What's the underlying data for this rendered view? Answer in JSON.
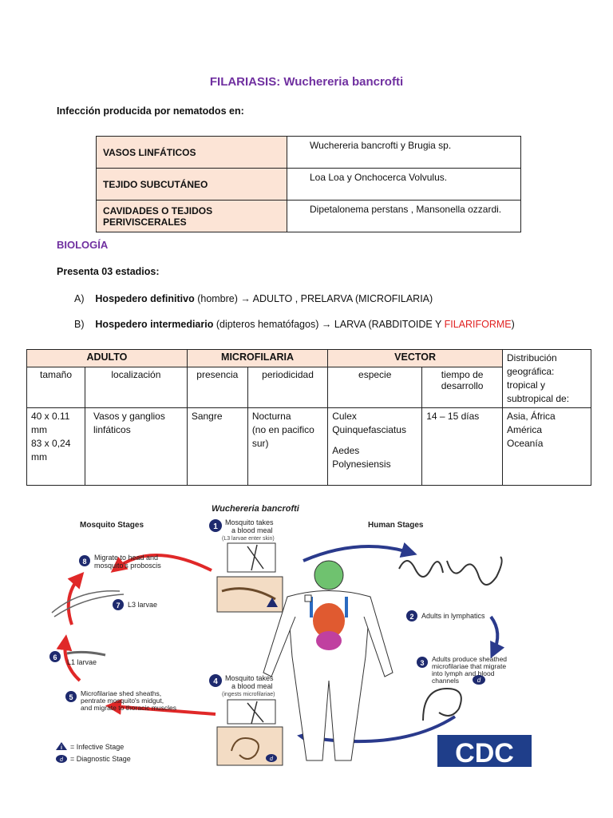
{
  "doc": {
    "title": "FILARIASIS: Wuchereria bancrofti",
    "intro": "Infección producida por nematodos en:",
    "locations": [
      {
        "site": "VASOS LINFÁTICOS",
        "species": "Wuchereria bancrofti y Brugia sp."
      },
      {
        "site": "TEJIDO SUBCUTÁNEO",
        "species": "Loa Loa y Onchocerca Volvulus."
      },
      {
        "site": "CAVIDADES O TEJIDOS PERIVISCERALES",
        "species": "Dipetalonema perstans , Mansonella ozzardi."
      }
    ],
    "biologia": "BIOLOGÍA",
    "estadios": "Presenta 03 estadios:",
    "item_a": {
      "marker": "A)",
      "bold": "Hospedero definitivo",
      "rest": " (hombre) → ADULTO , PRELARVA (MICROFILARIA)"
    },
    "item_b": {
      "marker": "B)",
      "bold": "Hospedero intermediario",
      "rest": " (dipteros hematófagos) → LARVA (RABDITOIDE Y ",
      "red": "FILARIFORME",
      "end": ")"
    }
  },
  "table": {
    "groups": [
      "ADULTO",
      "MICROFILARIA",
      "VECTOR"
    ],
    "distribucion_header": "Distribución geográfica: tropical y subtropical de:",
    "subheaders": [
      "tamaño",
      "localización",
      "presencia",
      "periodicidad",
      "especie",
      "tiempo de desarrollo"
    ],
    "row": {
      "tamano_1": "40 x 0.11 mm",
      "tamano_2": "83 x 0,24 mm",
      "localizacion": "Vasos y ganglios linfáticos",
      "presencia": "Sangre",
      "periodicidad_1": "Nocturna",
      "periodicidad_2": "(no en pacifico sur)",
      "especie_1": "Culex Quinquefasciatus",
      "especie_2": "Aedes Polynesiensis",
      "tiempo": "14 – 15 días",
      "distribucion_1": "Asia, África",
      "distribucion_2": "América",
      "distribucion_3": "Oceanía"
    }
  },
  "cycle": {
    "title": "Wuchereria bancrofti",
    "mosquito_stages": "Mosquito Stages",
    "human_stages": "Human Stages",
    "s1_a": "Mosquito takes",
    "s1_b": "a blood meal",
    "s1_c": "(L3 larvae enter skin)",
    "s2": "Adults in lymphatics",
    "s3_a": "Adults produce sheathed",
    "s3_b": "microfilariae that migrate",
    "s3_c": "into lymph and blood",
    "s3_d": "channels",
    "s4_a": "Mosquito takes",
    "s4_b": "a blood meal",
    "s4_c": "(ingests microfilariae)",
    "s5_a": "Microfilariae shed sheaths,",
    "s5_b": "pentrate mosquito's midgut,",
    "s5_c": "and migrate to thoracic muscles",
    "s6": "L1 larvae",
    "s7": "L3 larvae",
    "s8_a": "Migrate to head and",
    "s8_b": "mosquito's proboscis",
    "n1": "1",
    "n2": "2",
    "n3": "3",
    "n4": "4",
    "n5": "5",
    "n6": "6",
    "n7": "7",
    "n8": "8",
    "glyph_i": "i",
    "glyph_d": "d",
    "legend_inf": "= Infective Stage",
    "legend_diag": "= Diagnostic Stage",
    "logo": "CDC",
    "colors": {
      "red_arrow": "#e02828",
      "blue_arrow": "#2a3a8c",
      "badge": "#1e2a6e",
      "cdc": "#1f3e8a"
    }
  }
}
